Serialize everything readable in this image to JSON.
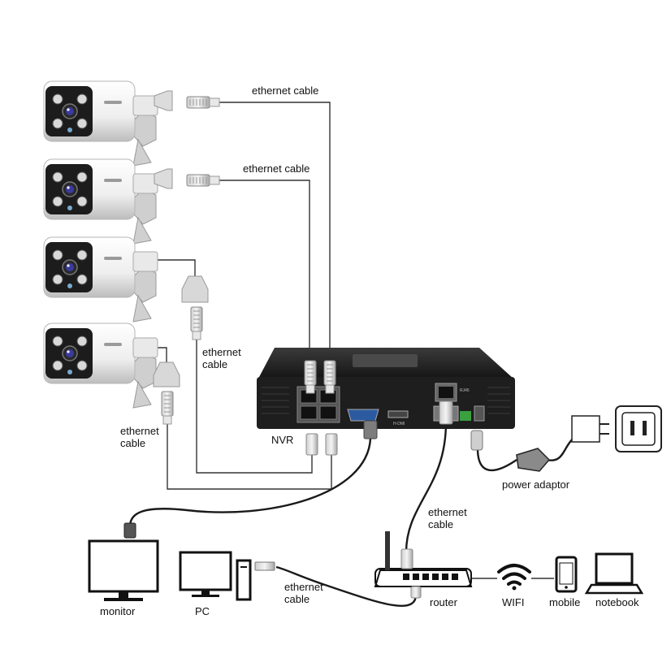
{
  "labels": {
    "ethernet_cable": "ethernet cable",
    "ethernet_cable_split_1": "ethernet",
    "ethernet_cable_split_2": "cable",
    "nvr": "NVR",
    "power_adaptor": "power adaptor",
    "monitor": "monitor",
    "pc": "PC",
    "router": "router",
    "wifi": "WIFI",
    "mobile": "mobile",
    "notebook": "notebook"
  },
  "nvr_panel": {
    "rj45": "RJ45",
    "hdmi": "H-DMI"
  },
  "colors": {
    "camera_body": "#f2f2f2",
    "camera_face": "#1c1c1c",
    "led": "#d9d9d9",
    "lens": "#3a3aa0",
    "nvr_body": "#1e1e1e",
    "vga_port": "#2c5aa0",
    "terminal_green": "#3aa040",
    "cable": "#333333"
  }
}
